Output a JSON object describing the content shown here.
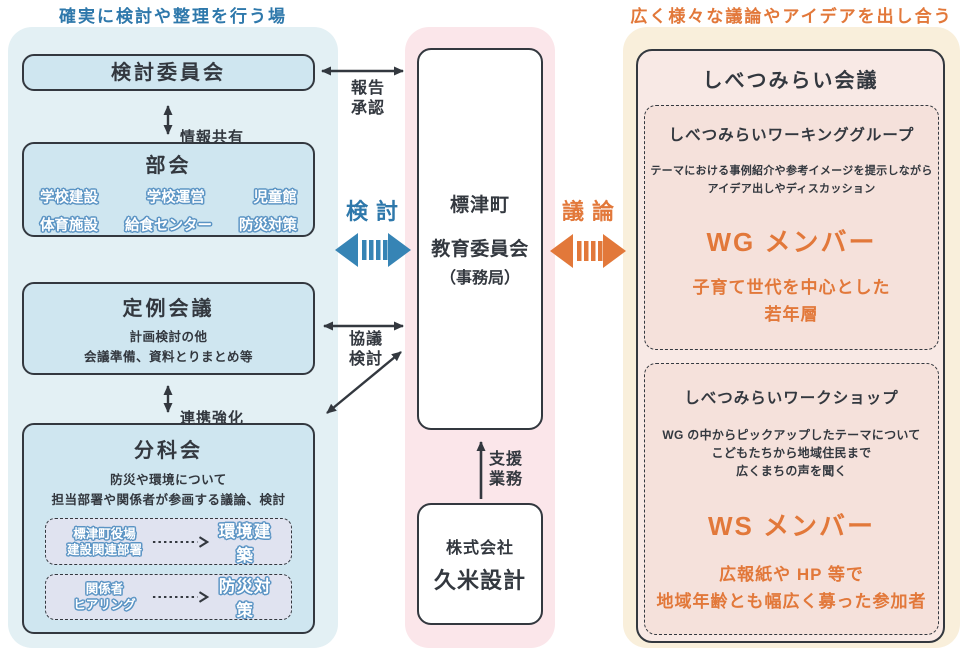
{
  "colors": {
    "blue": "#2e78ab",
    "blue-arrow": "#3684b5",
    "orange": "#e2783a",
    "dark": "#33383f",
    "left-bg": "#e3f0f4",
    "box-blue": "#cfe6f0",
    "pink-bg": "#fbe6ea",
    "cream-bg": "#f9efdb",
    "rose-box": "#f8e9e5",
    "rose-dashed": "#f5e1db",
    "lavender": "#e0e3f0",
    "outline-blue": "#5b94c4"
  },
  "left": {
    "header": "確実に検討や整理を行う場",
    "committee": "検討委員会",
    "info_share": "情報共有",
    "bukai": {
      "title": "部会",
      "items": [
        "学校建設",
        "学校運営",
        "児童館",
        "体育施設",
        "給食センター",
        "防災対策"
      ]
    },
    "teirei": {
      "title": "定例会議",
      "desc1": "計画検討の他",
      "desc2": "会議準備、資料とりまとめ等"
    },
    "renkei": "連携強化",
    "bunkakai": {
      "title": "分科会",
      "desc1": "防災や環境について",
      "desc2": "担当部署や関係者が参画する議論、検討",
      "rows": [
        {
          "source_line1": "標津町役場",
          "source_line2": "建設関連部署",
          "target": "環境建築"
        },
        {
          "source_line1": "関係者",
          "source_line2": "ヒアリング",
          "target": "防災対策"
        }
      ]
    }
  },
  "center": {
    "report": "報告",
    "approval": "承認",
    "kento": "検討",
    "kyogi": "協議",
    "kento2": "検討",
    "board": {
      "line1": "標津町",
      "line2": "教育委員会",
      "line3": "（事務局）"
    },
    "support1": "支援",
    "support2": "業務",
    "kume": {
      "line1": "株式会社",
      "line2": "久米設計"
    },
    "giron": "議論"
  },
  "right": {
    "header": "広く様々な議論やアイデアを出し合う場",
    "council_title": "しべつみらい会議",
    "wg": {
      "title": "しべつみらいワーキンググループ",
      "desc1": "テーマにおける事例紹介や参考イメージを提示しながら",
      "desc2": "アイデア出しやディスカッション",
      "member": "WG メンバー",
      "target1": "子育て世代を中心とした",
      "target2": "若年層"
    },
    "ws": {
      "title": "しべつみらいワークショップ",
      "desc1": "WG の中からピックアップしたテーマについて",
      "desc2": "こどもたちから地域住民まで",
      "desc3": "広くまちの声を聞く",
      "member": "WS メンバー",
      "target1": "広報紙や HP 等で",
      "target2": "地域年齢とも幅広く募った参加者"
    }
  }
}
